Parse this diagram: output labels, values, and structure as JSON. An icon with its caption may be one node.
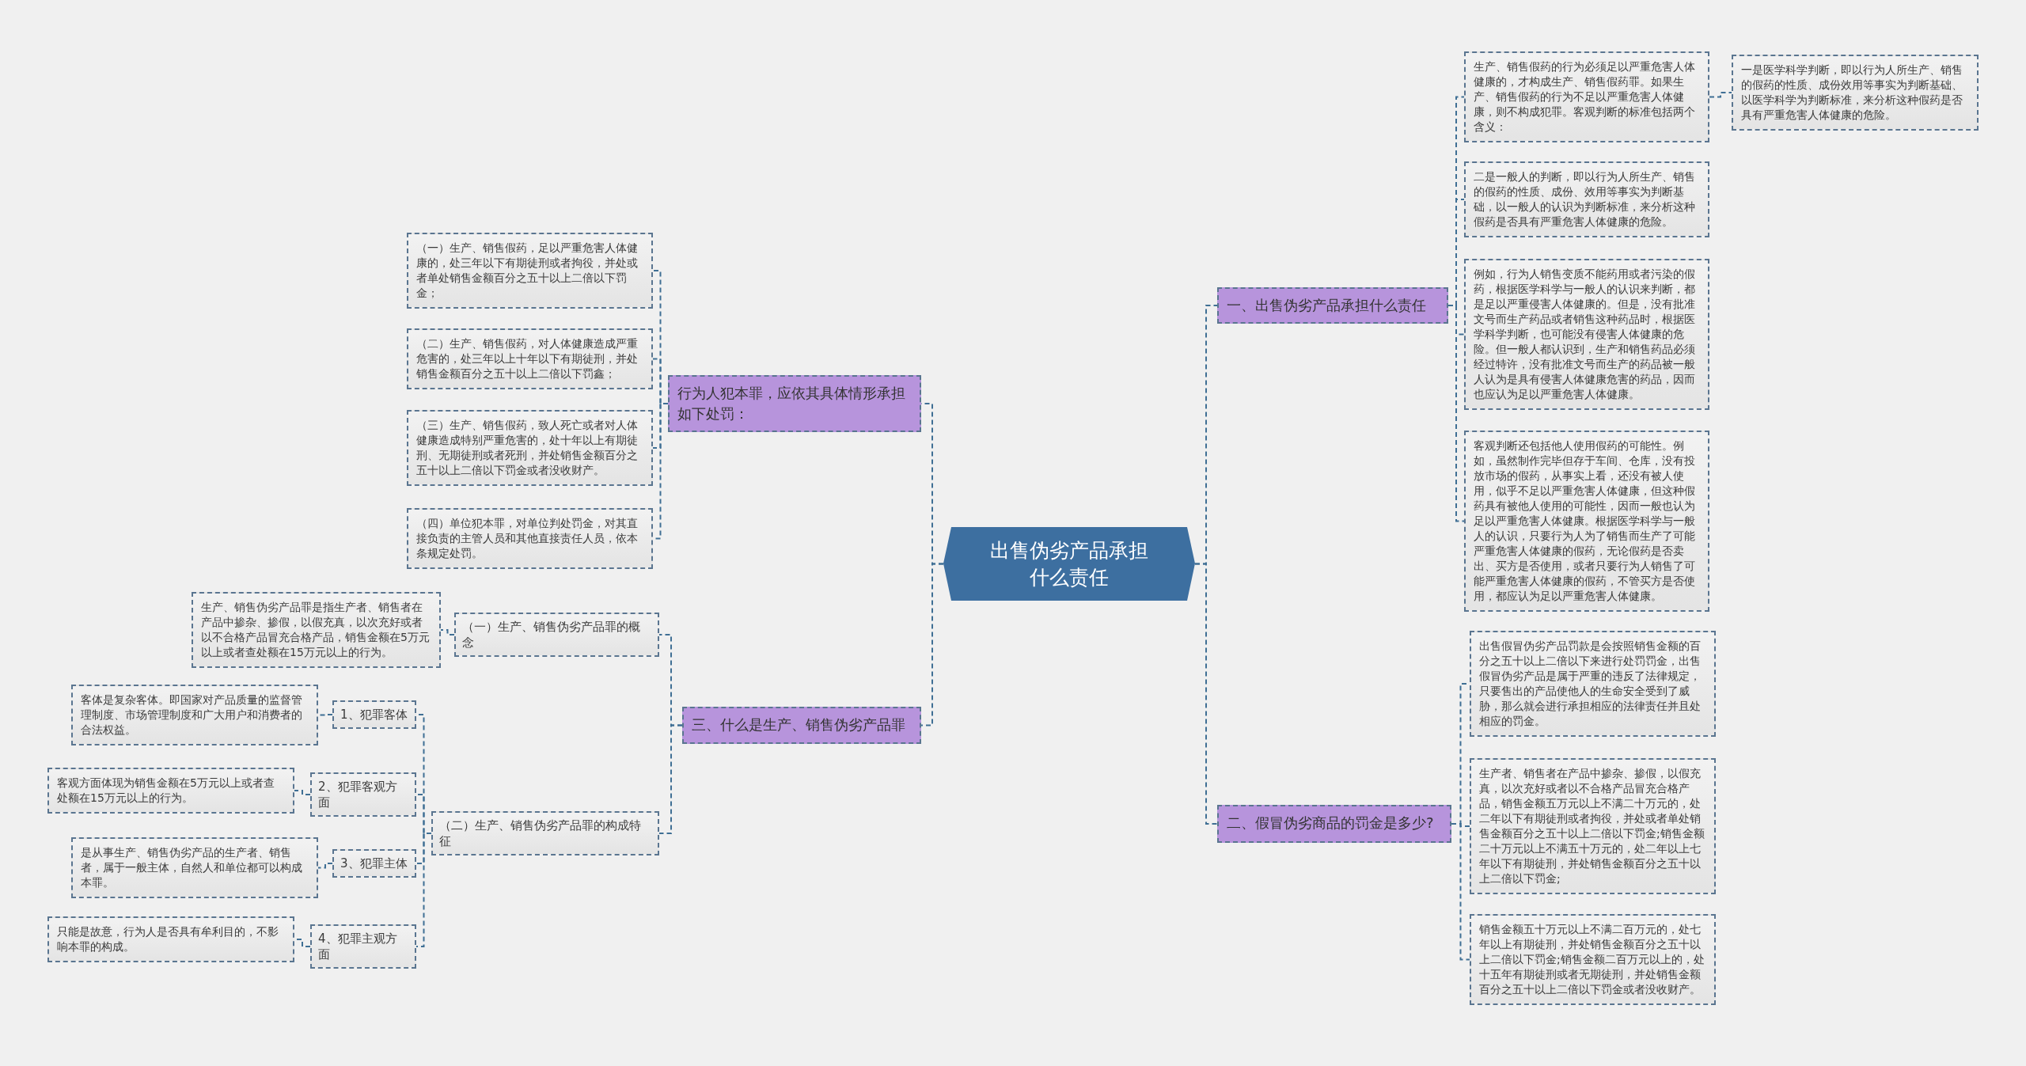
{
  "diagram": {
    "nodes": [
      {
        "text": [
          "出售伪劣产品承担什么责任"
        ]
      },
      {
        "text": [
          "一、出售伪劣产品承担什么责任"
        ]
      },
      {
        "text": [
          "生产、销售假药的行为必须足以严重危害人体健康的，才构成生产、销售假药罪。如果生产、销售假药的行为不足以严重危害人体健康，则不构成犯罪。客观判断的标准包括两个含义："
        ]
      },
      {
        "text": [
          "一是医学科学判断，即以行为人所生产、销售的假药的性质、成份效用等事实为判断基础、以医学科学为判断标准，来分析这种假药是否具有严重危害人体健康的危险。"
        ]
      },
      {
        "text": [
          "二是一般人的判断，即以行为人所生产、销售的假药的性质、成份、效用等事实为判断基础，以一般人的认识为判断标准，来分析这种假药是否具有严重危害人体健康的危险。"
        ]
      },
      {
        "text": [
          "例如，行为人销售变质不能药用或者污染的假药，根据医学科学与一般人的认识来判断，都是足以严重侵害人体健康的。但是，没有批准文号而生产药品或者销售这种药品时，根据医学科学判断，也可能没有侵害人体健康的危险。但一般人都认识到，生产和销售药品必须经过特许，没有批准文号而生产的药品被一般人认为是具有侵害人体健康危害的药品，因而也应认为足以严重危害人体健康。"
        ]
      },
      {
        "text": [
          "客观判断还包括他人使用假药的可能性。例如，虽然制作完毕但存于车间、仓库，没有投放市场的假药，从事实上看，还没有被人使用，似乎不足以严重危害人体健康，但这种假药具有被他人使用的可能性，因而一般也认为足以严重危害人体健康。根据医学科学与一般人的认识，只要行为人为了销售而生产了可能严重危害人体健康的假药，无论假药是否卖出、买方是否使用，或者只要行为人销售了可能严重危害人体健康的假药，不管买方是否使用，都应认为足以严重危害人体健康。"
        ]
      },
      {
        "text": [
          "二、假冒伪劣商品的罚金是多少?"
        ]
      },
      {
        "text": [
          "出售假冒伪劣产品罚款是会按照销售金额的百分之五十以上二倍以下来进行处罚罚金，出售假冒伪劣产品是属于严重的违反了法律规定，只要售出的产品使他人的生命安全受到了威胁，那么就会进行承担相应的法律责任并且处相应的罚金。"
        ]
      },
      {
        "text": [
          "生产者、销售者在产品中掺杂、掺假，以假充真，以次充好或者以不合格产品冒充合格产品，销售金额五万元以上不满二十万元的，处二年以下有期徒刑或者拘役，并处或者单处销售金额百分之五十以上二倍以下罚金;销售金额二十万元以上不满五十万元的，处二年以上七年以下有期徒刑，并处销售金额百分之五十以上二倍以下罚金;"
        ]
      },
      {
        "text": [
          "销售金额五十万元以上不满二百万元的，处七年以上有期徒刑，并处销售金额百分之五十以上二倍以下罚金;销售金额二百万元以上的，处十五年有期徒刑或者无期徒刑，并处销售金额百分之五十以上二倍以下罚金或者没收财产。"
        ]
      },
      {
        "text": [
          "行为人犯本罪，应依其具体情形承担如下处罚："
        ]
      },
      {
        "text": [
          "（一）生产、销售假药，足以严重危害人体健康的，处三年以下有期徒刑或者拘役，并处或者单处销售金额百分之五十以上二倍以下罚金；"
        ]
      },
      {
        "text": [
          "（二）生产、销售假药，对人体健康造成严重危害的，处三年以上十年以下有期徒刑，并处销售金额百分之五十以上二倍以下罚鑫；"
        ]
      },
      {
        "text": [
          "（三）生产、销售假药，致人死亡或者对人体健康造成特别严重危害的，处十年以上有期徒刑、无期徒刑或者死刑，并处销售金额百分之五十以上二倍以下罚金或者没收财产。"
        ]
      },
      {
        "text": [
          "（四）单位犯本罪，对单位判处罚金，对其直接负责的主管人员和其他直接责任人员，依本条规定处罚。"
        ]
      },
      {
        "text": [
          "三、什么是生产、销售伪劣产品罪"
        ]
      },
      {
        "text": [
          "（一）生产、销售伪劣产品罪的概念"
        ]
      },
      {
        "text": [
          "生产、销售伪劣产品罪是指生产者、销售者在产品中掺杂、掺假，以假充真，以次充好或者以不合格产品冒充合格产品，销售金额在5万元以上或者查处额在15万元以上的行为。"
        ]
      },
      {
        "text": [
          "（二）生产、销售伪劣产品罪的构成特征"
        ]
      },
      {
        "text": [
          "1、犯罪客体"
        ]
      },
      {
        "text": [
          "客体是复杂客体。即国家对产品质量的监督管理制度、市场管理制度和广大用户和消费者的合法权益。"
        ]
      },
      {
        "text": [
          "2、犯罪客观方面"
        ]
      },
      {
        "text": [
          "客观方面体现为销售金额在5万元以上或者查处额在15万元以上的行为。"
        ]
      },
      {
        "text": [
          "3、犯罪主体"
        ]
      },
      {
        "text": [
          "是从事生产、销售伪劣产品的生产者、销售者，属于一般主体，自然人和单位都可以构成本罪。"
        ]
      },
      {
        "text": [
          "4、犯罪主观方面"
        ]
      },
      {
        "text": [
          "只能是故意，行为人是否具有牟利目的，不影响本罪的构成。"
        ]
      }
    ],
    "edges": [
      {
        "from": 0,
        "to": 1,
        "arrow": "none",
        "style": "dashed"
      },
      {
        "from": 1,
        "to": 2,
        "arrow": "none",
        "style": "dashed"
      },
      {
        "from": 2,
        "to": 3,
        "arrow": "none",
        "style": "dashed"
      },
      {
        "from": 1,
        "to": 4,
        "arrow": "none",
        "style": "dashed"
      },
      {
        "from": 1,
        "to": 5,
        "arrow": "none",
        "style": "dashed"
      },
      {
        "from": 1,
        "to": 6,
        "arrow": "none",
        "style": "dashed"
      },
      {
        "from": 0,
        "to": 7,
        "arrow": "none",
        "style": "dashed"
      },
      {
        "from": 7,
        "to": 8,
        "arrow": "none",
        "style": "dashed"
      },
      {
        "from": 7,
        "to": 9,
        "arrow": "none",
        "style": "dashed"
      },
      {
        "from": 7,
        "to": 10,
        "arrow": "none",
        "style": "dashed"
      },
      {
        "from": 0,
        "to": 11,
        "arrow": "none",
        "style": "dashed"
      },
      {
        "from": 11,
        "to": 12,
        "arrow": "none",
        "style": "dashed"
      },
      {
        "from": 11,
        "to": 13,
        "arrow": "none",
        "style": "dashed"
      },
      {
        "from": 11,
        "to": 14,
        "arrow": "none",
        "style": "dashed"
      },
      {
        "from": 11,
        "to": 15,
        "arrow": "none",
        "style": "dashed"
      },
      {
        "from": 0,
        "to": 16,
        "arrow": "none",
        "style": "dashed"
      },
      {
        "from": 16,
        "to": 17,
        "arrow": "none",
        "style": "dashed"
      },
      {
        "from": 17,
        "to": 18,
        "arrow": "none",
        "style": "dashed"
      },
      {
        "from": 16,
        "to": 19,
        "arrow": "none",
        "style": "dashed"
      },
      {
        "from": 19,
        "to": 20,
        "arrow": "none",
        "style": "dashed"
      },
      {
        "from": 20,
        "to": 21,
        "arrow": "none",
        "style": "dashed"
      },
      {
        "from": 19,
        "to": 22,
        "arrow": "none",
        "style": "dashed"
      },
      {
        "from": 22,
        "to": 23,
        "arrow": "none",
        "style": "dashed"
      },
      {
        "from": 19,
        "to": 24,
        "arrow": "none",
        "style": "dashed"
      },
      {
        "from": 24,
        "to": 25,
        "arrow": "none",
        "style": "dashed"
      },
      {
        "from": 19,
        "to": 26,
        "arrow": "none",
        "style": "dashed"
      },
      {
        "from": 26,
        "to": 27,
        "arrow": "none",
        "style": "dashed"
      }
    ]
  }
}
